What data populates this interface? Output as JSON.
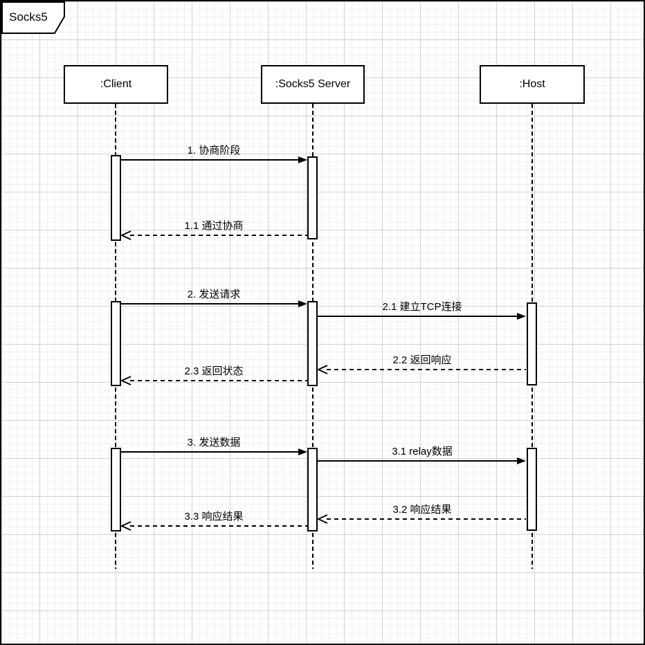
{
  "diagram": {
    "type": "uml-sequence",
    "frame_title": "Socks5",
    "lifelines": [
      {
        "id": "client",
        "label": ":Client"
      },
      {
        "id": "socks5-server",
        "label": ":Socks5 Server"
      },
      {
        "id": "host",
        "label": ":Host"
      }
    ],
    "messages": [
      {
        "seq": "1",
        "label": "1. 协商阶段",
        "from": "client",
        "to": "socks5-server",
        "kind": "sync"
      },
      {
        "seq": "1.1",
        "label": "1.1 通过协商",
        "from": "socks5-server",
        "to": "client",
        "kind": "return"
      },
      {
        "seq": "2",
        "label": "2. 发送请求",
        "from": "client",
        "to": "socks5-server",
        "kind": "sync"
      },
      {
        "seq": "2.1",
        "label": "2.1 建立TCP连接",
        "from": "socks5-server",
        "to": "host",
        "kind": "sync"
      },
      {
        "seq": "2.2",
        "label": "2.2 返回响应",
        "from": "host",
        "to": "socks5-server",
        "kind": "return"
      },
      {
        "seq": "2.3",
        "label": "2.3 返回状态",
        "from": "socks5-server",
        "to": "client",
        "kind": "return"
      },
      {
        "seq": "3",
        "label": "3. 发送数据",
        "from": "client",
        "to": "socks5-server",
        "kind": "sync"
      },
      {
        "seq": "3.1",
        "label": "3.1 relay数据",
        "from": "socks5-server",
        "to": "host",
        "kind": "sync"
      },
      {
        "seq": "3.2",
        "label": "3.2 响应结果",
        "from": "host",
        "to": "socks5-server",
        "kind": "return"
      },
      {
        "seq": "3.3",
        "label": "3.3 响应结果",
        "from": "socks5-server",
        "to": "client",
        "kind": "return"
      }
    ],
    "colors": {
      "line": "#000000",
      "fill": "#ffffff",
      "grid_minor": "#f3f0ef",
      "grid_major": "#d2d2d2"
    }
  }
}
